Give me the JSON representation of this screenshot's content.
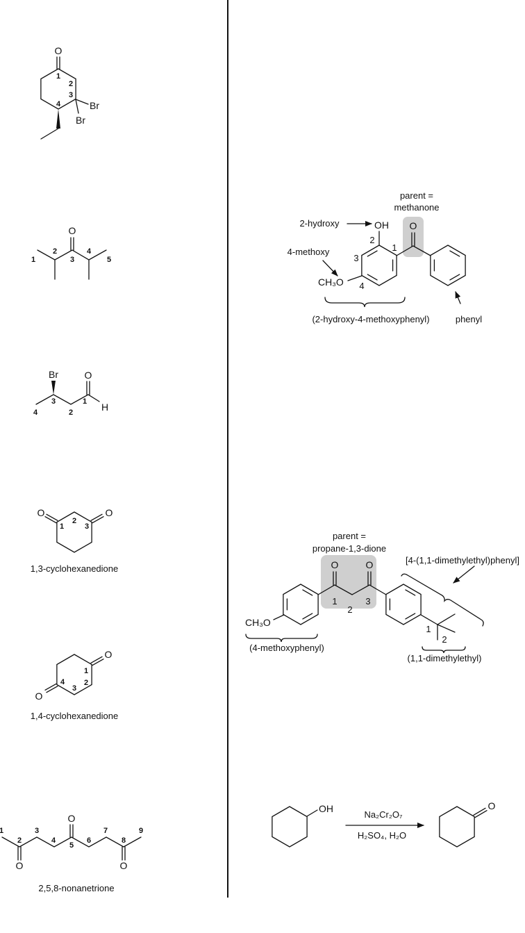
{
  "left_column": {
    "mol1": {
      "atoms": {
        "o": "O",
        "br1": "Br",
        "br2": "Br"
      },
      "numbers": [
        "1",
        "2",
        "3",
        "4"
      ]
    },
    "mol2": {
      "atoms": {
        "o": "O"
      },
      "numbers": [
        "1",
        "2",
        "3",
        "4",
        "5"
      ]
    },
    "mol3": {
      "atoms": {
        "br": "Br",
        "o": "O",
        "h": "H"
      },
      "numbers": [
        "1",
        "2",
        "3",
        "4"
      ]
    },
    "mol4": {
      "atoms": {
        "o1": "O",
        "o2": "O"
      },
      "numbers": [
        "1",
        "2",
        "3"
      ],
      "name": "1,3-cyclohexanedione"
    },
    "mol5": {
      "atoms": {
        "o1": "O",
        "o2": "O"
      },
      "numbers": [
        "1",
        "2",
        "3",
        "4"
      ],
      "name": "1,4-cyclohexanedione"
    },
    "mol6": {
      "atoms": {
        "o1": "O",
        "o2": "O",
        "o3": "O"
      },
      "numbers": [
        "1",
        "2",
        "3",
        "4",
        "5",
        "6",
        "7",
        "8",
        "9"
      ],
      "name": "2,5,8-nonanetrione"
    }
  },
  "right_column": {
    "benzophenone": {
      "parent_line1": "parent =",
      "parent_line2": "methanone",
      "hydroxy_label": "2-hydroxy",
      "methoxy_label": "4-methoxy",
      "substituent_label": "(2-hydroxy-4-methoxyphenyl)",
      "phenyl_label": "phenyl",
      "atoms": {
        "o": "O",
        "oh": "OH",
        "ch3o": "CH₃O"
      },
      "numbers": [
        "1",
        "2",
        "3",
        "4"
      ]
    },
    "dione": {
      "parent_line1": "parent =",
      "parent_line2": "propane-1,3-dione",
      "aryl_label": "[4-(1,1-dimethylethyl)phenyl]",
      "methoxyphenyl_label": "(4-methoxyphenyl)",
      "tbutyl_label": "(1,1-dimethylethyl)",
      "atoms": {
        "o1": "O",
        "o2": "O",
        "ch3o": "CH₃O"
      },
      "numbers": [
        "1",
        "2",
        "3"
      ],
      "tbu_numbers": [
        "1",
        "2"
      ]
    },
    "reaction": {
      "reactant_atoms": {
        "oh": "OH"
      },
      "reagent_top": "Na₂Cr₂O₇",
      "reagent_bottom": "H₂SO₄, H₂O",
      "product_atoms": {
        "o": "O"
      }
    }
  },
  "colors": {
    "highlight_box": "#cfcfcf",
    "ink": "#111111"
  }
}
